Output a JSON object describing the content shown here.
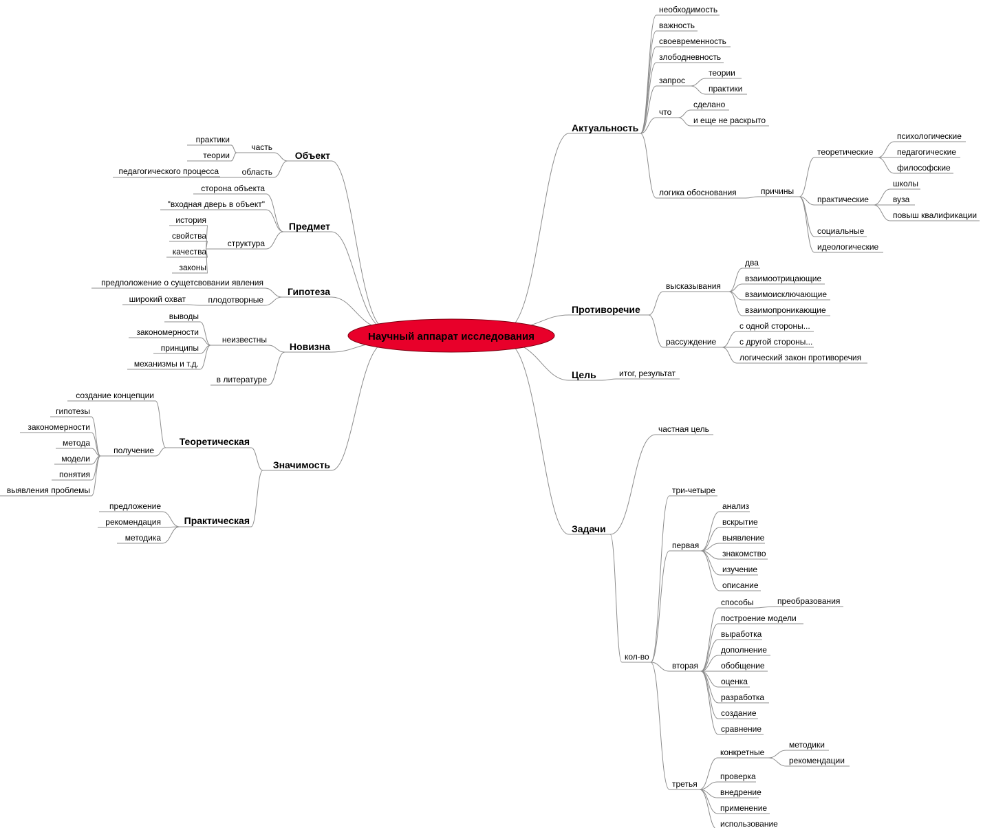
{
  "center": {
    "label": "Научный аппарат исследования",
    "color": "#e8002a"
  },
  "line_color": "#8c8c8c",
  "branches": [
    {
      "label": "Актуальность",
      "children": [
        {
          "label": "необходимость"
        },
        {
          "label": "важность"
        },
        {
          "label": "своевременность"
        },
        {
          "label": "злободневность"
        },
        {
          "label": "запрос",
          "children": [
            {
              "label": "теории"
            },
            {
              "label": "практики"
            }
          ]
        },
        {
          "label": "что",
          "children": [
            {
              "label": "сделано"
            },
            {
              "label": "и еще не раскрыто"
            }
          ]
        },
        {
          "label": "логика обоснования",
          "children": [
            {
              "label": "причины",
              "children": [
                {
                  "label": "теоретические",
                  "children": [
                    {
                      "label": "психологические"
                    },
                    {
                      "label": "педагогические"
                    },
                    {
                      "label": "философские"
                    }
                  ]
                },
                {
                  "label": "практические",
                  "children": [
                    {
                      "label": "школы"
                    },
                    {
                      "label": "вуза"
                    },
                    {
                      "label": "повыш квалификации"
                    }
                  ]
                },
                {
                  "label": "социальные"
                },
                {
                  "label": "идеологические"
                }
              ]
            }
          ]
        }
      ]
    },
    {
      "label": "Противоречие",
      "children": [
        {
          "label": "высказывания",
          "children": [
            {
              "label": "два"
            },
            {
              "label": "взаимоотрицающие"
            },
            {
              "label": "взаимоисключающие"
            },
            {
              "label": "взаимопроникающие"
            }
          ]
        },
        {
          "label": "рассуждение",
          "children": [
            {
              "label": "с одной стороны..."
            },
            {
              "label": "с другой стороны..."
            },
            {
              "label": "логический закон противоречия"
            }
          ]
        }
      ]
    },
    {
      "label": "Цель",
      "children": [
        {
          "label": "итог, результат"
        }
      ]
    },
    {
      "label": "Задачи",
      "children": [
        {
          "label": "частная цель"
        },
        {
          "label": "кол-во",
          "children": [
            {
              "label": "три-четыре"
            },
            {
              "label": "первая",
              "children": [
                {
                  "label": "анализ"
                },
                {
                  "label": "вскрытие"
                },
                {
                  "label": "выявление"
                },
                {
                  "label": "знакомство"
                },
                {
                  "label": "изучение"
                },
                {
                  "label": "описание"
                }
              ]
            },
            {
              "label": "вторая",
              "children": [
                {
                  "label": "способы",
                  "children": [
                    {
                      "label": "преобразования"
                    }
                  ]
                },
                {
                  "label": "построение модели"
                },
                {
                  "label": "выработка"
                },
                {
                  "label": "дополнение"
                },
                {
                  "label": "обобщение"
                },
                {
                  "label": "оценка"
                },
                {
                  "label": "разработка"
                },
                {
                  "label": "создание"
                },
                {
                  "label": "сравнение"
                }
              ]
            },
            {
              "label": "третья",
              "children": [
                {
                  "label": "конкретные",
                  "children": [
                    {
                      "label": "методики"
                    },
                    {
                      "label": "рекомендации"
                    }
                  ]
                },
                {
                  "label": "проверка"
                },
                {
                  "label": "внедрение"
                },
                {
                  "label": "применение"
                },
                {
                  "label": "использование"
                }
              ]
            }
          ]
        }
      ]
    },
    {
      "label": "Объект",
      "children": [
        {
          "label": "часть",
          "children": [
            {
              "label": "практики"
            },
            {
              "label": "теории"
            }
          ]
        },
        {
          "label": "область",
          "children": [
            {
              "label": "педагогического процесса"
            }
          ]
        }
      ]
    },
    {
      "label": "Предмет",
      "children": [
        {
          "label": "сторона объекта"
        },
        {
          "label": "\"входная дверь в объект\""
        },
        {
          "label": "структура",
          "children": [
            {
              "label": "история"
            },
            {
              "label": "свойства"
            },
            {
              "label": "качества"
            },
            {
              "label": "законы"
            }
          ]
        }
      ]
    },
    {
      "label": "Гипотеза",
      "children": [
        {
          "label": "предположение о сущетсвовании явления"
        },
        {
          "label": "плодотворные",
          "children": [
            {
              "label": "широкий охват"
            }
          ]
        }
      ]
    },
    {
      "label": "Новизна",
      "children": [
        {
          "label": "неизвестны",
          "children": [
            {
              "label": "выводы"
            },
            {
              "label": "закономерности"
            },
            {
              "label": "принципы"
            },
            {
              "label": "механизмы и т.д."
            }
          ]
        },
        {
          "label": "в литературе"
        }
      ]
    },
    {
      "label": "Значимость",
      "children": [
        {
          "label": "Теоретическая",
          "children": [
            {
              "label": "создание концепции"
            },
            {
              "label": "получение",
              "children": [
                {
                  "label": "гипотезы"
                },
                {
                  "label": "закономерности"
                },
                {
                  "label": "метода"
                },
                {
                  "label": "модели"
                },
                {
                  "label": "понятия"
                },
                {
                  "label": "выявления проблемы"
                }
              ]
            }
          ]
        },
        {
          "label": "Практическая",
          "children": [
            {
              "label": "предложение"
            },
            {
              "label": "рекомендация"
            },
            {
              "label": "методика"
            }
          ]
        }
      ]
    }
  ]
}
